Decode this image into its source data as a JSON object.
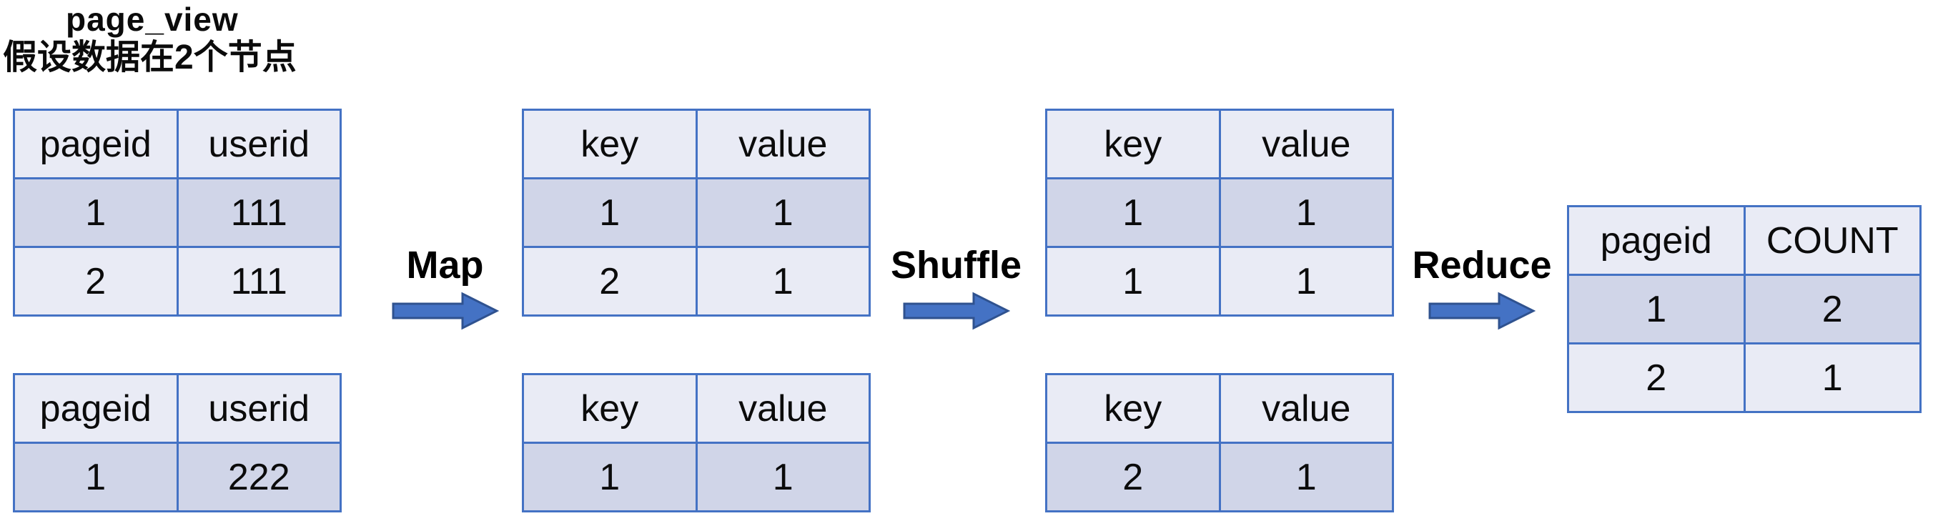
{
  "title": {
    "line1": "page_view",
    "line2": "假设数据在2个节点"
  },
  "arrows": [
    {
      "label": "Map"
    },
    {
      "label": "Shuffle"
    },
    {
      "label": "Reduce"
    }
  ],
  "tables": {
    "source": [
      {
        "headers": [
          "pageid",
          "userid"
        ],
        "rows": [
          [
            "1",
            "111"
          ],
          [
            "2",
            "111"
          ]
        ]
      },
      {
        "headers": [
          "pageid",
          "userid"
        ],
        "rows": [
          [
            "1",
            "222"
          ]
        ]
      }
    ],
    "map": [
      {
        "headers": [
          "key",
          "value"
        ],
        "rows": [
          [
            "1",
            "1"
          ],
          [
            "2",
            "1"
          ]
        ]
      },
      {
        "headers": [
          "key",
          "value"
        ],
        "rows": [
          [
            "1",
            "1"
          ]
        ]
      }
    ],
    "shuffle": [
      {
        "headers": [
          "key",
          "value"
        ],
        "rows": [
          [
            "1",
            "1"
          ],
          [
            "1",
            "1"
          ]
        ]
      },
      {
        "headers": [
          "key",
          "value"
        ],
        "rows": [
          [
            "2",
            "1"
          ]
        ]
      }
    ],
    "reduce": [
      {
        "headers": [
          "pageid",
          "COUNT"
        ],
        "rows": [
          [
            "1",
            "2"
          ],
          [
            "2",
            "1"
          ]
        ]
      }
    ]
  },
  "colors": {
    "table_border": "#4472C4",
    "row_dark": "#D0D5E8",
    "row_light": "#E9EBF5",
    "arrow_fill": "#4472C4",
    "arrow_border": "#2F528F",
    "text": "#0b0b0b"
  }
}
